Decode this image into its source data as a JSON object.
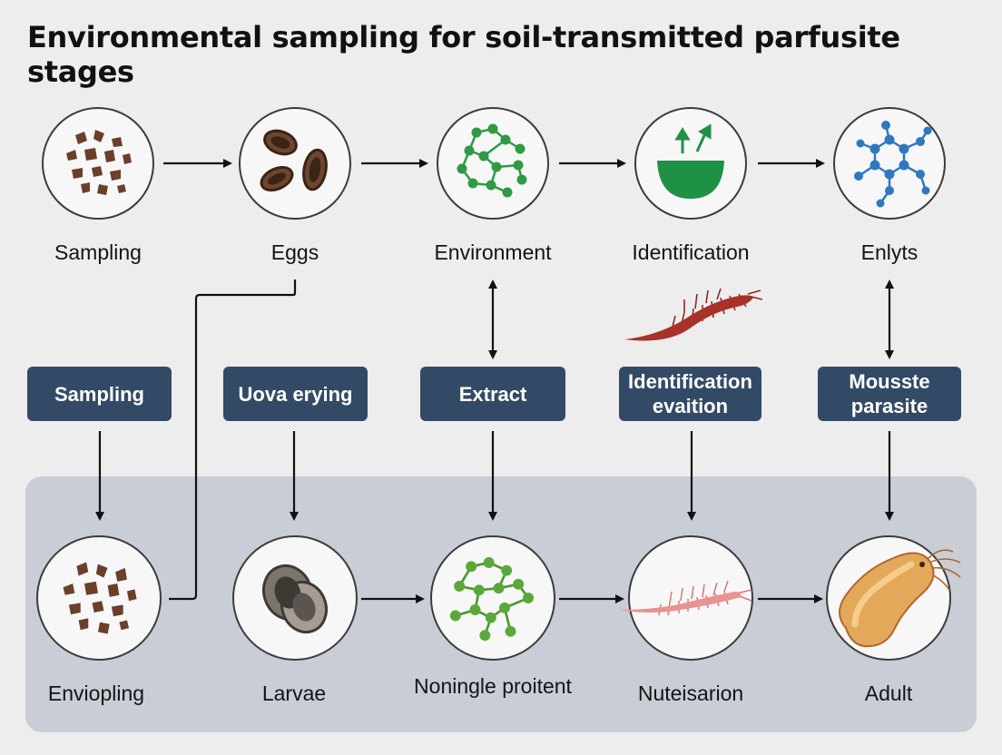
{
  "title": "Environmental sampling for soil-transmitted parfusite stages",
  "top_row": [
    {
      "label": "Sampling",
      "icon": "soil-particles-icon"
    },
    {
      "label": "Eggs",
      "icon": "eggs-icon"
    },
    {
      "label": "Environment",
      "icon": "green-molecule-icon"
    },
    {
      "label": "Identification",
      "icon": "bowl-arrows-icon"
    },
    {
      "label": "Enlyts",
      "icon": "blue-molecule-icon"
    }
  ],
  "middle_boxes": [
    {
      "label": "Sampling"
    },
    {
      "label": "Uova erying"
    },
    {
      "label": "Extract"
    },
    {
      "label": "Identification evaition"
    },
    {
      "label": "Mousste parasite"
    }
  ],
  "bottom_row": [
    {
      "label": "Enviopling",
      "icon": "soil-particles-icon"
    },
    {
      "label": "Larvae",
      "icon": "larvae-shells-icon"
    },
    {
      "label": "Noningle proitent",
      "icon": "green-molecule-icon"
    },
    {
      "label": "Nuteisarion",
      "icon": "pink-worm-icon"
    },
    {
      "label": "Adult",
      "icon": "adult-parasite-icon"
    }
  ],
  "floating_icon": "red-centipede-icon",
  "colors": {
    "box": "#334a66",
    "panel": "#c9cdd6",
    "soil": "#6b3f2a",
    "green": "#2f9a45",
    "blue": "#2f78c0"
  }
}
